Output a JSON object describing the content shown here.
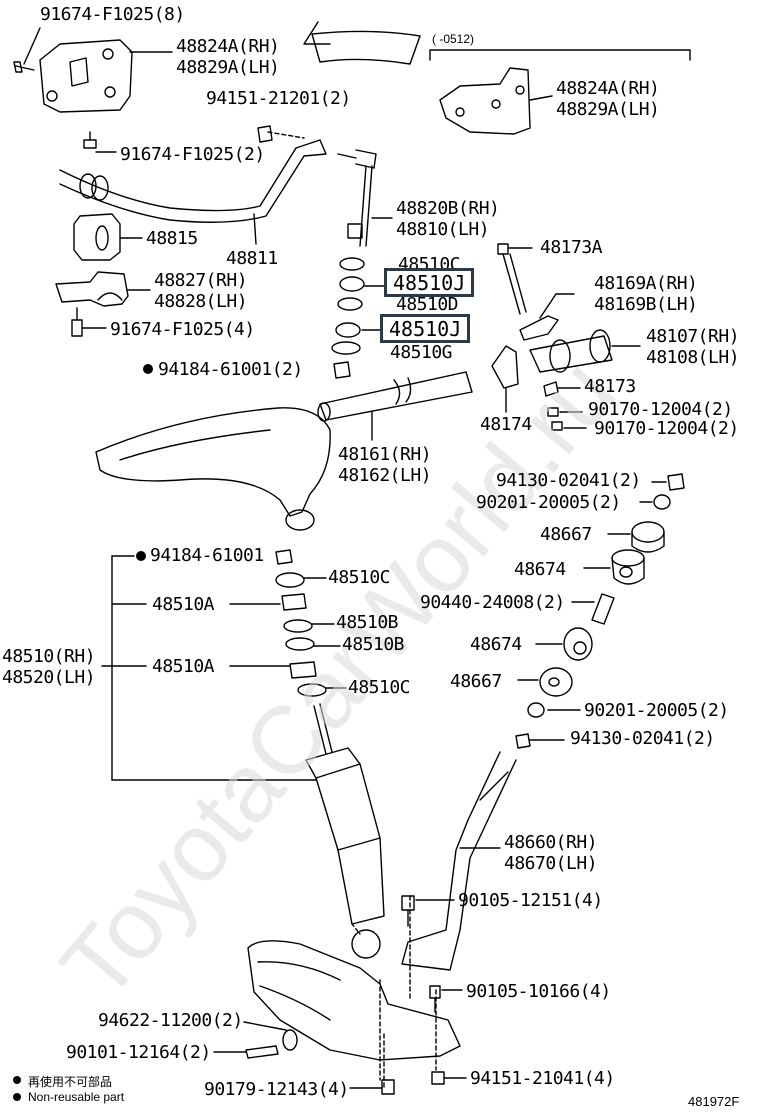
{
  "watermark": "ToyotaCarWorld.ru",
  "diagram_code": "481972F",
  "date_range": "(      -0512)",
  "legend": {
    "jp": "再使用不可部品",
    "en": "Non-reusable part"
  },
  "labels": {
    "p91674_8": "91674-F1025(8)",
    "p48824a_top": "48824A(RH)\n48829A(LH)",
    "p48824a_right": "48824A(RH)\n48829A(LH)",
    "p94151_2": "94151-21201(2)",
    "p91674_2": "91674-F1025(2)",
    "p48820": "48820B(RH)\n48810(LH)",
    "p48815": "48815",
    "p48811": "48811",
    "p48510c_top": "48510C",
    "p48510j_1": "48510J",
    "p48510d": "48510D",
    "p48510j_2": "48510J",
    "p48510g": "48510G",
    "p48827": "48827(RH)\n48828(LH)",
    "p91674_4": "91674-F1025(4)",
    "p94184_2": "94184-61001(2)",
    "p48173a": "48173A",
    "p48169a": "48169A(RH)\n48169B(LH)",
    "p48107": "48107(RH)\n48108(LH)",
    "p48173": "48173",
    "p90170_a": "90170-12004(2)",
    "p90170_b": "90170-12004(2)",
    "p48174": "48174",
    "p48161": "48161(RH)\n48162(LH)",
    "p94130_top": "94130-02041(2)",
    "p90201_top": "90201-20005(2)",
    "p48667_top": "48667",
    "p48674_top": "48674",
    "p90440": "90440-24008(2)",
    "p48674_bot": "48674",
    "p48667_bot": "48667",
    "p90201_bot": "90201-20005(2)",
    "p94130_bot": "94130-02041(2)",
    "p94184_shock": "94184-61001",
    "p48510c_a": "48510C",
    "p48510a_1": "48510A",
    "p48510b_1": "48510B",
    "p48510b_2": "48510B",
    "p48510a_2": "48510A",
    "p48510c_b": "48510C",
    "p48510_rh": "48510(RH)\n48520(LH)",
    "p48660": "48660(RH)\n48670(LH)",
    "p90105_12151": "90105-12151(4)",
    "p90105_10166": "90105-10166(4)",
    "p94622": "94622-11200(2)",
    "p90101": "90101-12164(2)",
    "p90179": "90179-12143(4)",
    "p94151_4": "94151-21041(4)"
  }
}
